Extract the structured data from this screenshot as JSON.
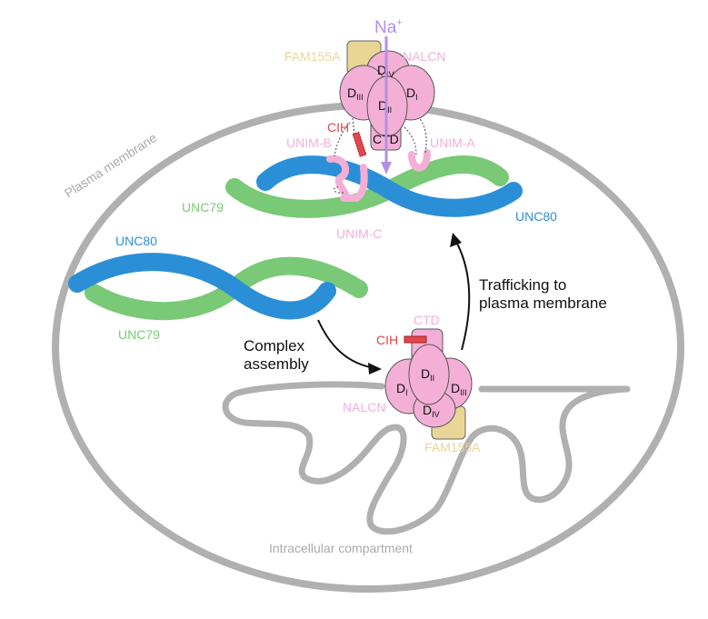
{
  "labels": {
    "na": "Na",
    "na_sup": "+",
    "fam_top": "FAM155A",
    "nalcn_top": "NALCN",
    "plasma_membrane": "Plasma membrane",
    "cih_top": "CIH",
    "unim_b": "UNIM-B",
    "unim_a": "UNIM-A",
    "unim_c": "UNIM-C",
    "ctd_top": "CTD",
    "unc79_top": "UNC79",
    "unc80_top": "UNC80",
    "unc80_left": "UNC80",
    "unc79_left": "UNC79",
    "complex_assembly_1": "Complex",
    "complex_assembly_2": "assembly",
    "trafficking_1": "Trafficking to",
    "trafficking_2": "plasma membrane",
    "ctd_bottom": "CTD",
    "cih_bottom": "CIH",
    "nalcn_bottom": "NALCN",
    "fam_bottom": "FAM155A",
    "intracellular": "Intracellular compartment",
    "d": "D",
    "sub_i": "I",
    "sub_ii": "II",
    "sub_iii": "III",
    "sub_iv": "IV"
  },
  "colors": {
    "membrane": "#b0b0b0",
    "nalcn": "#f4afd6",
    "fam155a": "#e9d596",
    "unc80": "#2b8fd8",
    "unc79": "#79c977",
    "cih": "#e0474c",
    "na_arrow": "#b58fe3",
    "gray_text": "#aaaaaa"
  }
}
